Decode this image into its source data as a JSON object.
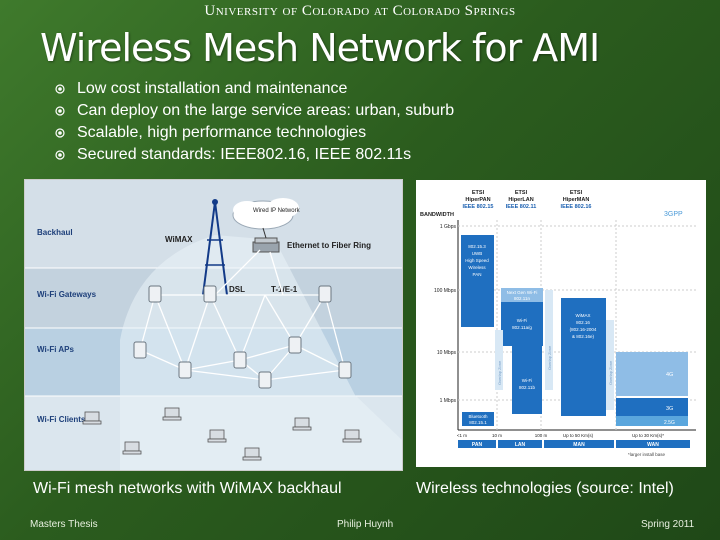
{
  "header": {
    "university": "University of Colorado at Colorado Springs"
  },
  "slide": {
    "title": "Wireless Mesh Network for AMI",
    "bullets": [
      "Low cost installation and maintenance",
      "Can deploy on the large service areas: urban, suburb",
      "Scalable, high performance technologies",
      "Secured standards: IEEE802.16, IEEE 802.11s"
    ]
  },
  "figure_left": {
    "caption": "Wi-Fi mesh networks with WiMAX backhaul",
    "labels": {
      "backhaul": "Backhaul",
      "wifi_gateways": "Wi-Fi Gateways",
      "wifi_aps": "Wi-Fi APs",
      "wifi_clients": "Wi-Fi Clients",
      "wimax": "WiMAX",
      "wired_ip": "Wired IP Network",
      "ethernet": "Ethernet to Fiber Ring",
      "dsl": "DSL",
      "t1e1": "T-1/E-1"
    }
  },
  "figure_right": {
    "caption": "Wireless technologies (source: Intel)",
    "headers": {
      "bandwidth": "BANDWIDTH",
      "hiperpan": [
        "ETSI",
        "HiperPAN",
        "IEEE 802.15"
      ],
      "hiperlan": [
        "ETSI",
        "HiperLAN",
        "IEEE 802.11"
      ],
      "hiperman": [
        "ETSI",
        "HiperMAN",
        "IEEE 802.16"
      ],
      "threegpp": "3GPP"
    },
    "y_ticks": [
      "1 Gbps",
      "100 Mbps",
      "10 Mbps",
      "1 Mbps"
    ],
    "x_ticks": [
      "<1 m",
      "10 m",
      "100 m",
      "Up to 50 Km(s)",
      "Up to 30 Km(s)*"
    ],
    "x_groups": [
      "PAN",
      "LAN",
      "MAN",
      "WAN"
    ],
    "blocks": {
      "uwb": [
        "802.15.3",
        "UWB",
        "High Speed",
        "Wireless",
        "PAN"
      ],
      "nextgen": [
        "Next Gen Wi-Fi",
        "802.11n"
      ],
      "wifi_ag": [
        "Wi-Fi",
        "802.11a/g"
      ],
      "wifi_b": [
        "Wi-Fi",
        "802.11b"
      ],
      "wimax": [
        "WiMAX",
        "802.16",
        "(802.16-2004",
        "& 802.16e)"
      ],
      "bluetooth": [
        "Bluetooth",
        "802.15.1"
      ],
      "g4": "4G",
      "g3": "3G",
      "g25": "2.5G"
    },
    "overlap": "Overlap Zone",
    "footnote": "*larger install base"
  },
  "footer": {
    "left": "Masters Thesis",
    "center": "Philip Huynh",
    "right": "Spring 2011"
  }
}
